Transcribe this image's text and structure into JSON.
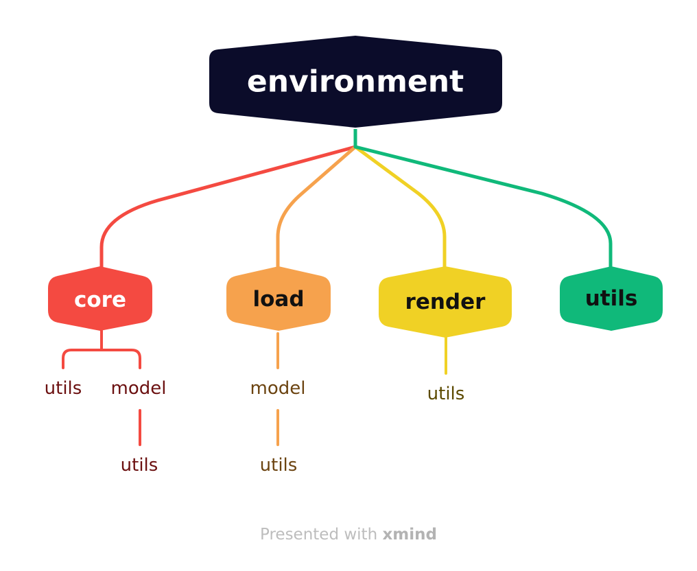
{
  "colors": {
    "root": "#0b0c2a",
    "core": "#f44a41",
    "load": "#f6a24d",
    "render": "#f0d125",
    "utils": "#10b97a",
    "core_text": "#6b1010",
    "load_text": "#6b4310",
    "render_text": "#5c4a00",
    "footer": "#bdbdbd"
  },
  "root": {
    "label": "environment"
  },
  "branches": [
    {
      "id": "core",
      "label": "core",
      "children": [
        {
          "label": "utils"
        },
        {
          "label": "model",
          "children": [
            {
              "label": "utils"
            }
          ]
        }
      ]
    },
    {
      "id": "load",
      "label": "load",
      "children": [
        {
          "label": "model",
          "children": [
            {
              "label": "utils"
            }
          ]
        }
      ]
    },
    {
      "id": "render",
      "label": "render",
      "children": [
        {
          "label": "utils"
        }
      ]
    },
    {
      "id": "utils",
      "label": "utils",
      "children": []
    }
  ],
  "footer": {
    "prefix": "Presented with",
    "brand": "xmind"
  }
}
